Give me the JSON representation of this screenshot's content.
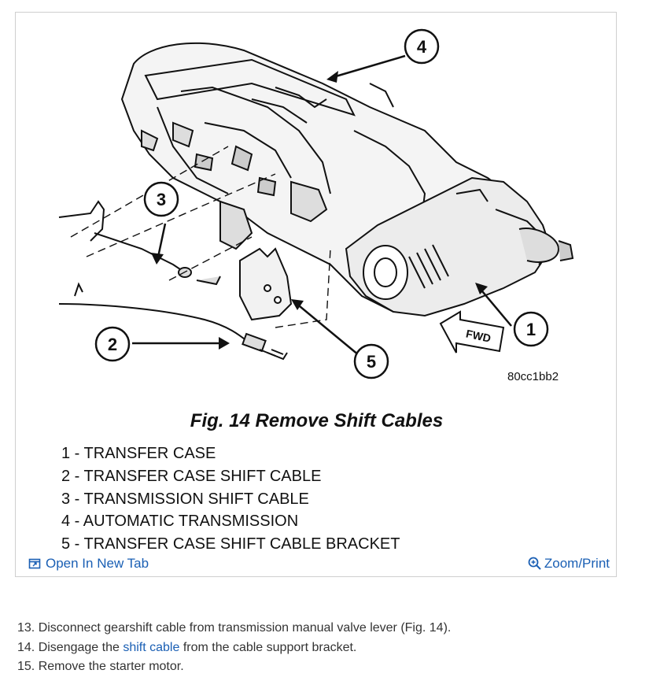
{
  "figure": {
    "callouts": [
      "1",
      "2",
      "3",
      "4",
      "5"
    ],
    "fwd_label": "FWD",
    "image_code": "80cc1bb2",
    "caption": "Fig. 14 Remove Shift Cables",
    "legend": [
      "1 - TRANSFER CASE",
      "2 - TRANSFER CASE SHIFT CABLE",
      "3 - TRANSMISSION SHIFT CABLE",
      "4 - AUTOMATIC TRANSMISSION",
      "5 - TRANSFER CASE SHIFT CABLE BRACKET"
    ],
    "open_tab_label": "Open In New Tab",
    "zoom_label": "Zoom/Print"
  },
  "steps": {
    "s13": "13. Disconnect gearshift cable from transmission manual valve lever (Fig. 14).",
    "s14_pre": "14. Disengage the ",
    "s14_link": "shift cable",
    "s14_post": " from the cable support bracket.",
    "s15": "15. Remove the starter motor."
  },
  "colors": {
    "link": "#1a5fb4",
    "border": "#cfcfcf",
    "text": "#222222"
  }
}
